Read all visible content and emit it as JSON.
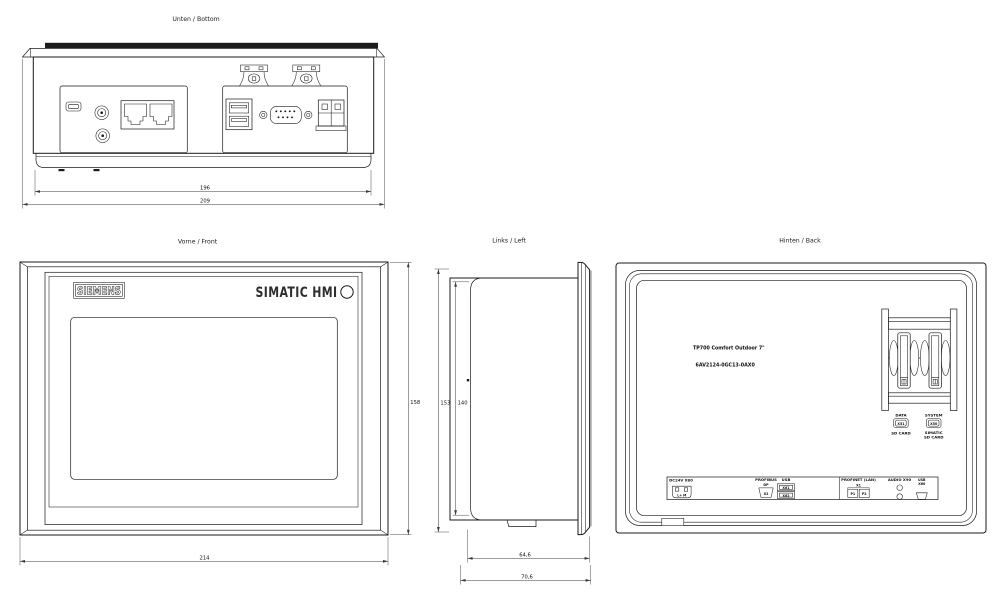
{
  "drawing": {
    "background_color": "#ffffff",
    "line_color": "#1b1b1b",
    "views": {
      "bottom": {
        "title": "Unten / Bottom",
        "dims": {
          "enclosure_width": "196",
          "flange_width": "209"
        }
      },
      "front": {
        "title": "Vorne / Front",
        "brand": "SIEMENS",
        "product_line": "SIMATIC HMI",
        "dims": {
          "width": "214",
          "height": "158"
        }
      },
      "left": {
        "title": "Links / Left",
        "dims": {
          "height_outer": "153",
          "height_inner": "140",
          "depth_enclosure": "64,6",
          "depth_total": "70,6"
        }
      },
      "back": {
        "title": "Hinten / Back",
        "device_name": "TP700 Comfort Outdoor 7\"",
        "order_number": "6AV2124-0GC13-0AX0",
        "sd_slots": [
          {
            "name": "DATA",
            "port": "X51",
            "caption_lines": [
              "SD CARD"
            ]
          },
          {
            "name": "SYSTEM",
            "port": "X50",
            "caption_lines": [
              "SIMATIC",
              "SD CARD"
            ]
          }
        ],
        "interfaces": {
          "power": {
            "label": "DC24V X80",
            "pins": "L+  M"
          },
          "profibus": {
            "label": "PROFIBUS",
            "sublabel": "DP",
            "port": "X2"
          },
          "usb_a": {
            "label": "USB",
            "port1": "X61",
            "port2": "X62"
          },
          "profinet": {
            "label": "PROFINET (LAN)",
            "sublabel": "X1",
            "port1": "P1",
            "port2": "P2"
          },
          "audio": {
            "label": "AUDIO X90"
          },
          "usb_mini": {
            "label": "USB",
            "port": "X60"
          }
        }
      }
    },
    "icons": {
      "bottom_view": [
        "usb-mini-port-icon",
        "audio-jack-icon",
        "rj45-dual-port-icon",
        "mounting-clamp-icon",
        "usb-a-dual-port-icon",
        "db9-serial-port-icon",
        "power-terminal-icon"
      ],
      "back_view": [
        "sd-card-slot-icon",
        "power-connector-icon",
        "profibus-db9-icon",
        "usb-a-port-icon",
        "profinet-port-icon",
        "audio-jack-icon",
        "usb-mini-port-icon"
      ]
    }
  }
}
